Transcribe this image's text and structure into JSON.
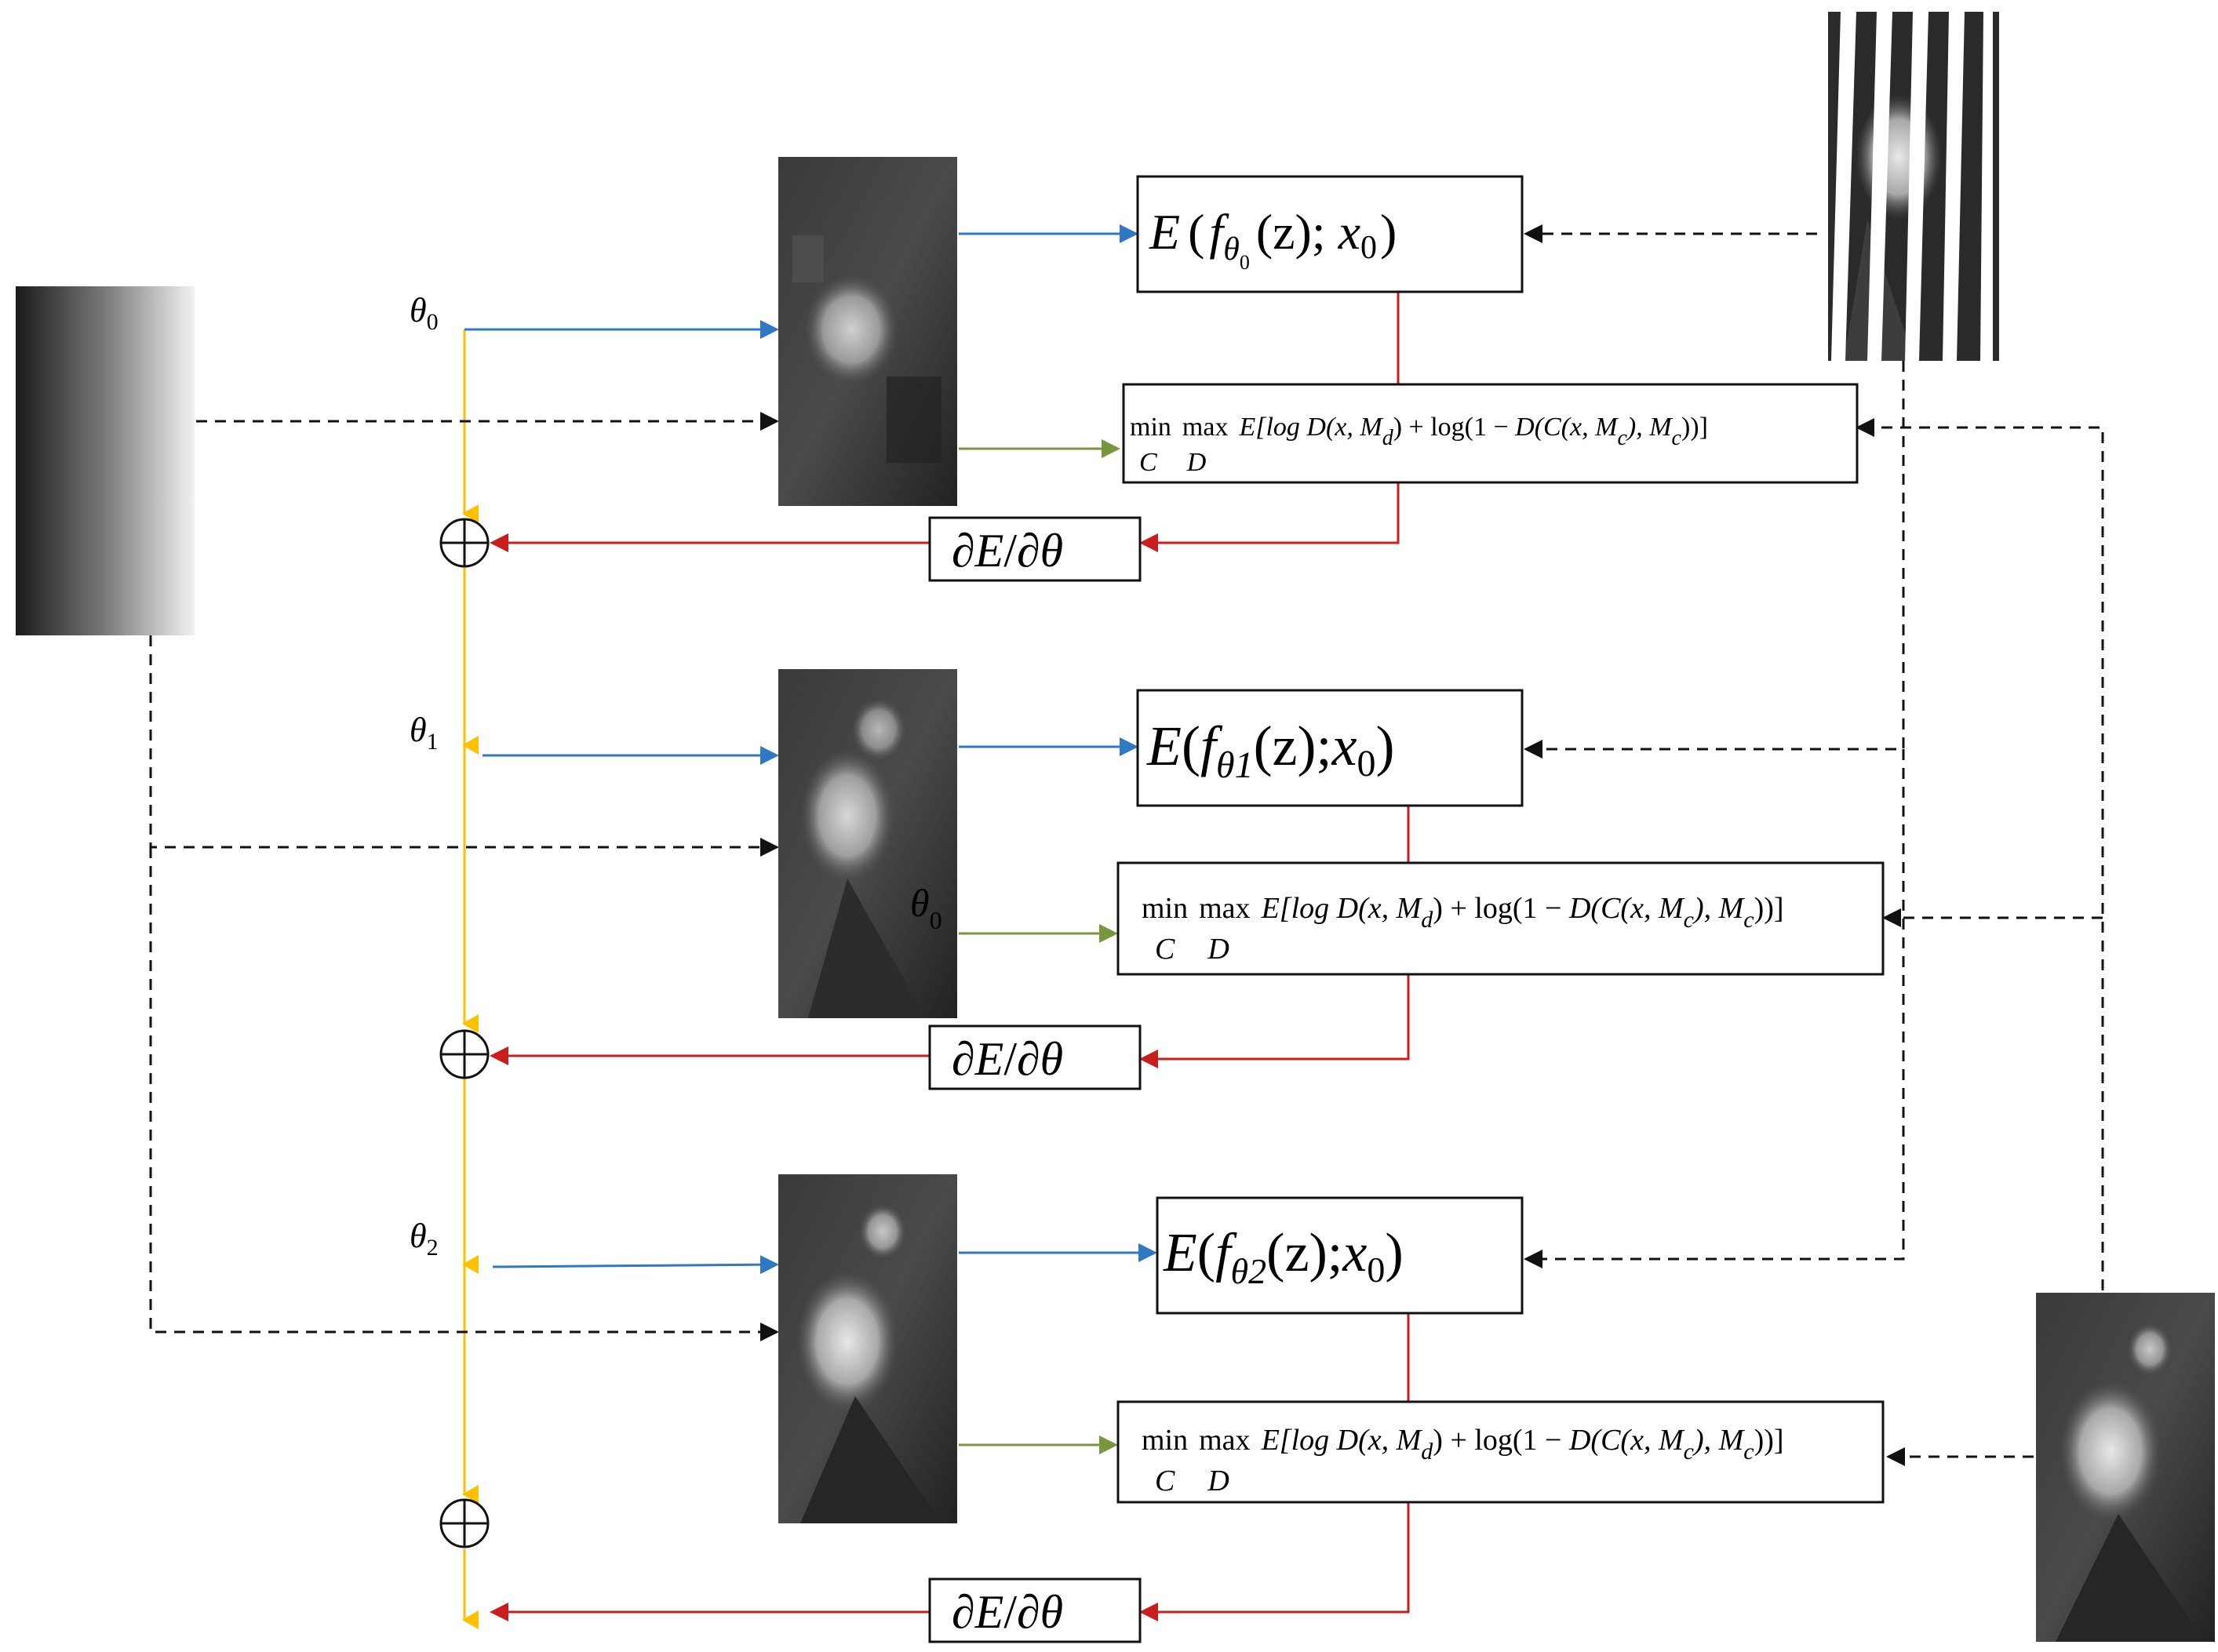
{
  "colors": {
    "blue": "#2f78c4",
    "green": "#78963e",
    "red": "#c81e1e",
    "yellow": "#ffc000",
    "black": "#111111"
  },
  "theta_labels": [
    {
      "sym": "θ",
      "sub": "0"
    },
    {
      "sym": "θ",
      "sub": "1"
    },
    {
      "sym": "θ",
      "sub": "2"
    }
  ],
  "stray_theta": {
    "sym": "θ",
    "sub": "0"
  },
  "gradient": {
    "d1": "∂",
    "E": "E",
    "slash": "/",
    "d2": "∂",
    "th": "θ"
  },
  "energy": [
    {
      "E": "E",
      "lp": "(",
      "f": "f",
      "sub": "θ",
      "subsub": "0",
      "z": "(z); ",
      "x": "x",
      "xsub": "0",
      "rp": ")"
    },
    {
      "E": "E",
      "lp": "(",
      "f": "f",
      "sub": "θ1",
      "subsub": "",
      "z": "(z);",
      "x": "x",
      "xsub": "0",
      "rp": ")"
    },
    {
      "E": "E",
      "lp": "(",
      "f": "f",
      "sub": "θ2",
      "subsub": "",
      "z": "(z);",
      "x": "x",
      "xsub": "0",
      "rp": ")"
    }
  ],
  "minmax": {
    "min": "min",
    "max": "max",
    "C": "C",
    "D": "D",
    "p1": "E[log ",
    "p2": "D(x, M",
    "sub_d": "d",
    "p3": ") + log(1 − ",
    "p4": "D(C(x, M",
    "sub_c1": "c",
    "p5": "), M",
    "sub_c2": "c",
    "p6": "))]"
  },
  "oplus": "⊕",
  "icons": [
    "gradient-mask-image",
    "striped-observation-image",
    "flower-estimate-image",
    "target-flower-image"
  ]
}
